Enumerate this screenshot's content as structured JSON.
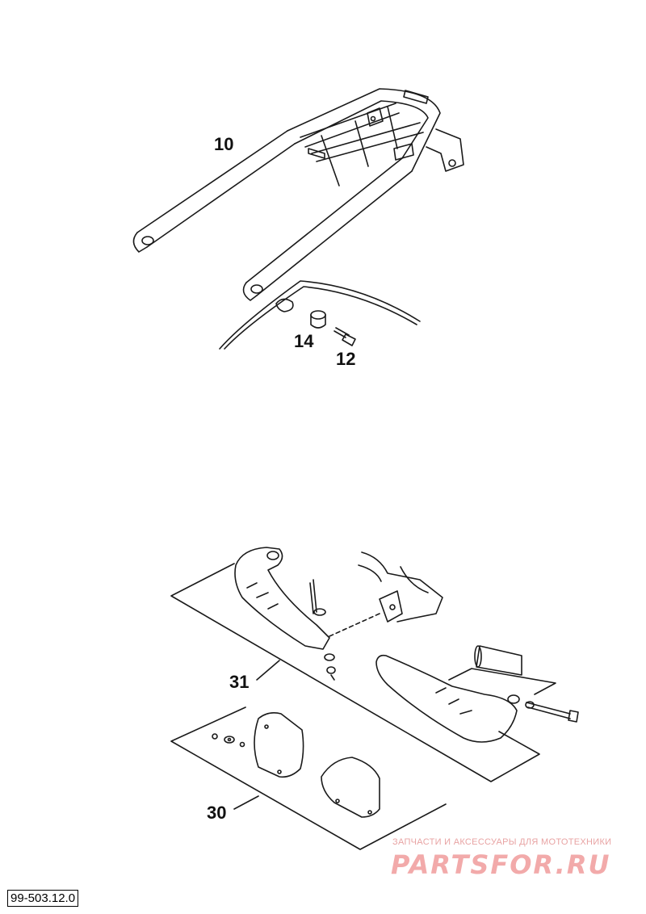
{
  "diagram": {
    "callouts": [
      {
        "id": "10",
        "part": "luggage-rack"
      },
      {
        "id": "14",
        "part": "spacer-bushing"
      },
      {
        "id": "12",
        "part": "rack-bolt"
      },
      {
        "id": "31",
        "part": "handguard-kit"
      },
      {
        "id": "30",
        "part": "handguard-shield-set"
      }
    ]
  },
  "reference": "99-503.12.0",
  "watermark": {
    "caption": "ЗАПЧАСТИ И АКСЕССУАРЫ ДЛЯ МОТОТЕХНИКИ",
    "logo": "PARTSFOR.RU"
  }
}
